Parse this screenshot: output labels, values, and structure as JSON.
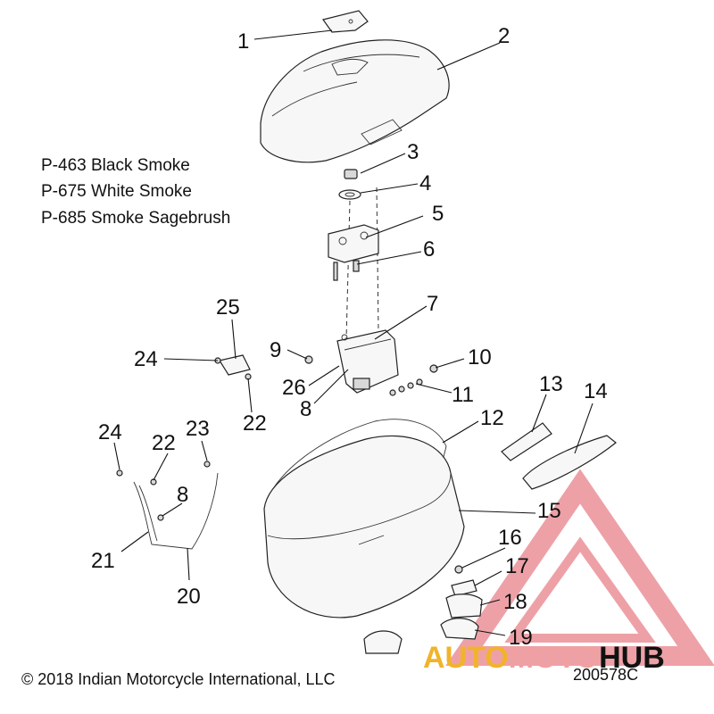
{
  "part_notes": [
    "P-463 Black Smoke",
    "P-675 White Smoke",
    "P-685 Smoke Sagebrush"
  ],
  "copyright": "© 2018 Indian Motorcycle International, LLC",
  "diagram_number": "200578C",
  "watermark": {
    "auto": "AUTO",
    "moto": "MOTO",
    "hub": "HUB",
    "colors": {
      "triangle": "#e8828a",
      "auto": "#f2b32a",
      "moto": "#f0a0a0",
      "hub": "#111111"
    }
  },
  "callouts": [
    "1",
    "2",
    "3",
    "4",
    "5",
    "6",
    "7",
    "9",
    "24",
    "25",
    "26",
    "8",
    "10",
    "11",
    "22",
    "12",
    "13",
    "14",
    "24",
    "22",
    "23",
    "8",
    "15",
    "16",
    "17",
    "21",
    "20",
    "18",
    "19"
  ]
}
